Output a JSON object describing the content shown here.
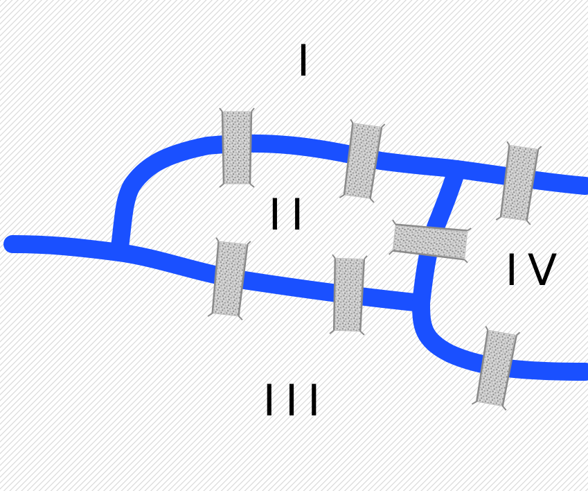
{
  "regions": [
    {
      "id": "region-1",
      "label": "I"
    },
    {
      "id": "region-2",
      "label": "II"
    },
    {
      "id": "region-3",
      "label": "III"
    },
    {
      "id": "region-4",
      "label": "IV"
    }
  ],
  "colors": {
    "river": "#1a50ff",
    "bridge_fill": "#c8c8c8",
    "bridge_edge": "#8a8a8a",
    "background_hatch": "#d8d8d8"
  },
  "bridge_count": 7
}
